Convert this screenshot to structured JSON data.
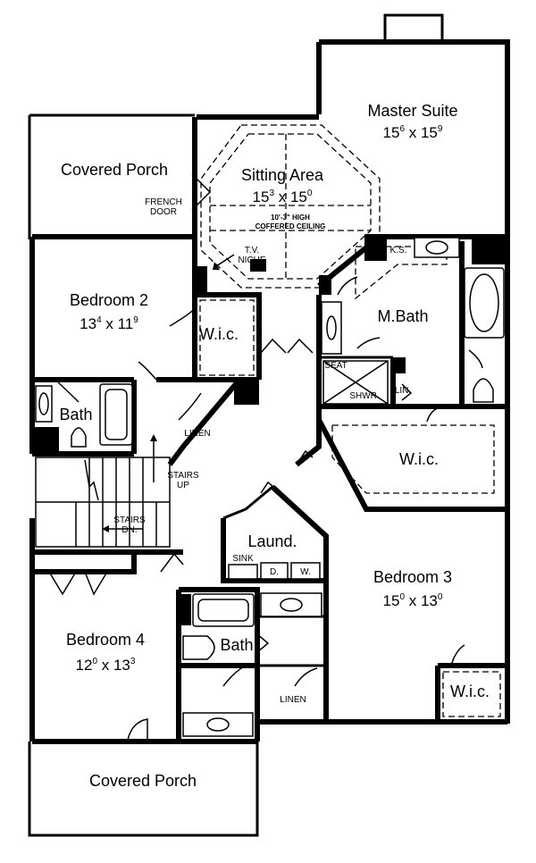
{
  "rooms": {
    "master_suite": {
      "name": "Master Suite",
      "dim_a": "15",
      "sup_a": "6",
      "dim_b": "15",
      "sup_b": "9"
    },
    "sitting_area": {
      "name": "Sitting Area",
      "dim_a": "15",
      "sup_a": "3",
      "dim_b": "15",
      "sup_b": "0"
    },
    "covered_porch_top": {
      "name": "Covered Porch"
    },
    "bedroom2": {
      "name": "Bedroom 2",
      "dim_a": "13",
      "sup_a": "4",
      "dim_b": "11",
      "sup_b": "9"
    },
    "mbath": {
      "name": "M.Bath"
    },
    "bedroom3": {
      "name": "Bedroom 3",
      "dim_a": "15",
      "sup_a": "0",
      "dim_b": "13",
      "sup_b": "0"
    },
    "bedroom4": {
      "name": "Bedroom 4",
      "dim_a": "12",
      "sup_a": "0",
      "dim_b": "13",
      "sup_b": "3"
    },
    "covered_porch_bottom": {
      "name": "Covered Porch"
    },
    "laundry": {
      "name": "Laund."
    },
    "bath_left": {
      "name": "Bath"
    },
    "bath_center": {
      "name": "Bath"
    }
  },
  "labels": {
    "french_door_1": "FRENCH",
    "french_door_2": "DOOR",
    "ceiling_1": "10'-3\" HIGH",
    "ceiling_2": "COFFERED CEILING",
    "tv_1": "T.V.",
    "tv_2": "NICHE",
    "wic_bed2": "W.i.c.",
    "wic_master": "W.i.c.",
    "wic_bed3": "W.i.c.",
    "ks": "K.S.",
    "seat": "SEAT",
    "shwr": "SHWR.",
    "lin": "LIN.",
    "linen_left": "LINEN",
    "linen_center": "LINEN",
    "stairs_up_1": "STAIRS",
    "stairs_up_2": "UP",
    "stairs_dn_1": "STAIRS",
    "stairs_dn_2": "DN.",
    "sink": "SINK",
    "dryer": "D.",
    "washer": "W."
  }
}
